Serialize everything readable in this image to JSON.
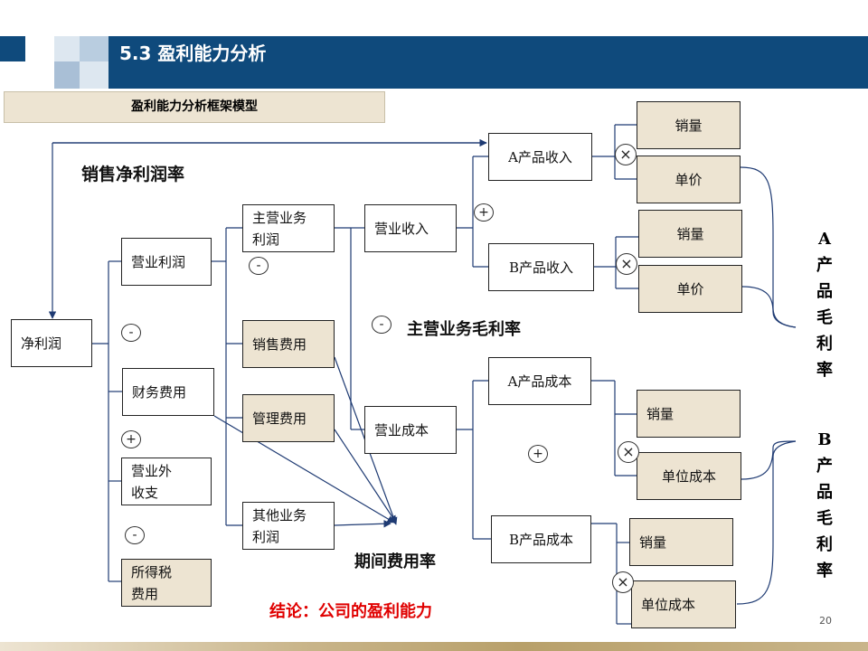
{
  "header": {
    "title": "5.3 盈利能力分析"
  },
  "subtitle": "盈利能力分析框架模型",
  "nodes": {
    "net_profit": "净利润",
    "operating_profit": "营业利润",
    "financial_expense": "财务费用",
    "non_operating": "营业外\n收支",
    "income_tax": "所得税\n费用",
    "main_business_profit": "主营业务\n利润",
    "selling_expense": "销售费用",
    "admin_expense": "管理费用",
    "other_business_profit": "其他业务\n利润",
    "operating_revenue": "营业收入",
    "operating_cost": "营业成本",
    "a_revenue": "A产品收入",
    "b_revenue": "B产品收入",
    "a_cost": "A产品成本",
    "b_cost": "B产品成本",
    "a_rev_volume": "销量",
    "a_rev_price": "单价",
    "b_rev_volume": "销量",
    "b_rev_price": "单价",
    "a_cost_volume": "销量",
    "a_cost_unit": "单位成本",
    "b_cost_volume": "销量",
    "b_cost_unit": "单位成本"
  },
  "symbols": {
    "minus": "-",
    "plus": "+",
    "times": "×"
  },
  "labels": {
    "net_margin": "销售净利润率",
    "main_gross_margin": "主营业务毛利率",
    "period_expense_ratio": "期间费用率",
    "a_gross_margin": "A产品毛利率",
    "b_gross_margin": "B产品毛利率",
    "a_gross_margin_chars": [
      "A",
      "产",
      "品",
      "毛",
      "利",
      "率"
    ],
    "b_gross_margin_chars": [
      "B",
      "产",
      "品",
      "毛",
      "利",
      "率"
    ]
  },
  "conclusion": "结论：公司的盈利能力",
  "page_number": "20",
  "colors": {
    "header_blue": "#0f4a7c",
    "tan_fill": "#ede4d2",
    "conclusion_red": "#e00000"
  }
}
